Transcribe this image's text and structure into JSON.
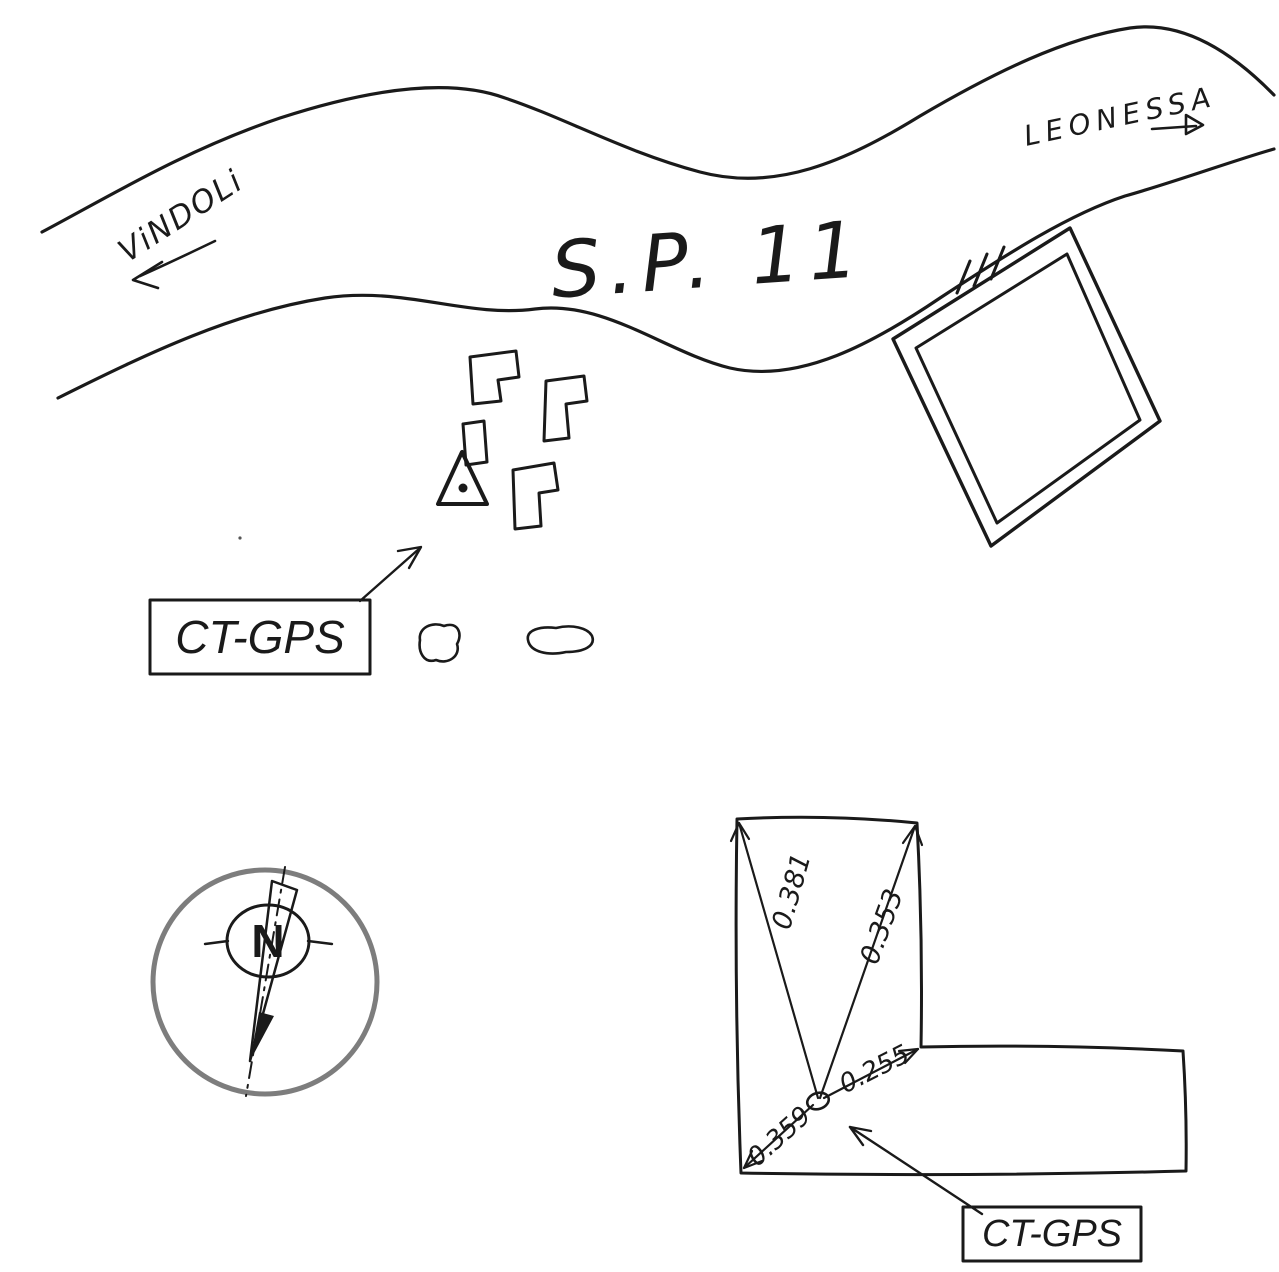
{
  "map": {
    "road_label": "S.P. 11",
    "direction_left": "ViNDOLi",
    "direction_right": "LEONESSA",
    "station_label": "CT-GPS"
  },
  "compass": {
    "north_label": "N"
  },
  "detail": {
    "station_label": "CT-GPS",
    "measurements": {
      "to_top_left": "0.381",
      "to_top_right": "0.353",
      "to_inner_corner": "0.255",
      "to_bottom_left": "0.359"
    }
  },
  "colors": {
    "ink": "#1a1a1a",
    "compass_ring": "#7d7d7d",
    "background": "#ffffff"
  }
}
